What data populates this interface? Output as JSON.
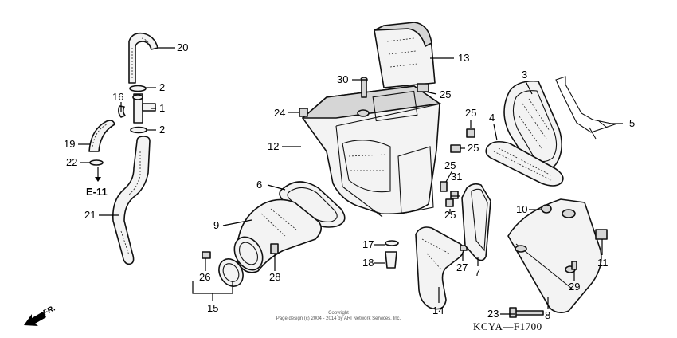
{
  "callouts": [
    "20",
    "2",
    "16",
    "1",
    "2",
    "19",
    "22",
    "21",
    "30",
    "13",
    "25",
    "24",
    "25",
    "12",
    "25",
    "3",
    "4",
    "5",
    "25",
    "31",
    "25",
    "6",
    "9",
    "17",
    "18",
    "27",
    "7",
    "10",
    "11",
    "26",
    "28",
    "15",
    "14",
    "29",
    "23",
    "8"
  ],
  "reference": "E-11",
  "direction": "FR.",
  "diagram_code": "KCYA—F1700",
  "copyright_line1": "Copyright",
  "copyright_line2": "Page design (c) 2004 - 2014 by ARI Network Services, Inc."
}
